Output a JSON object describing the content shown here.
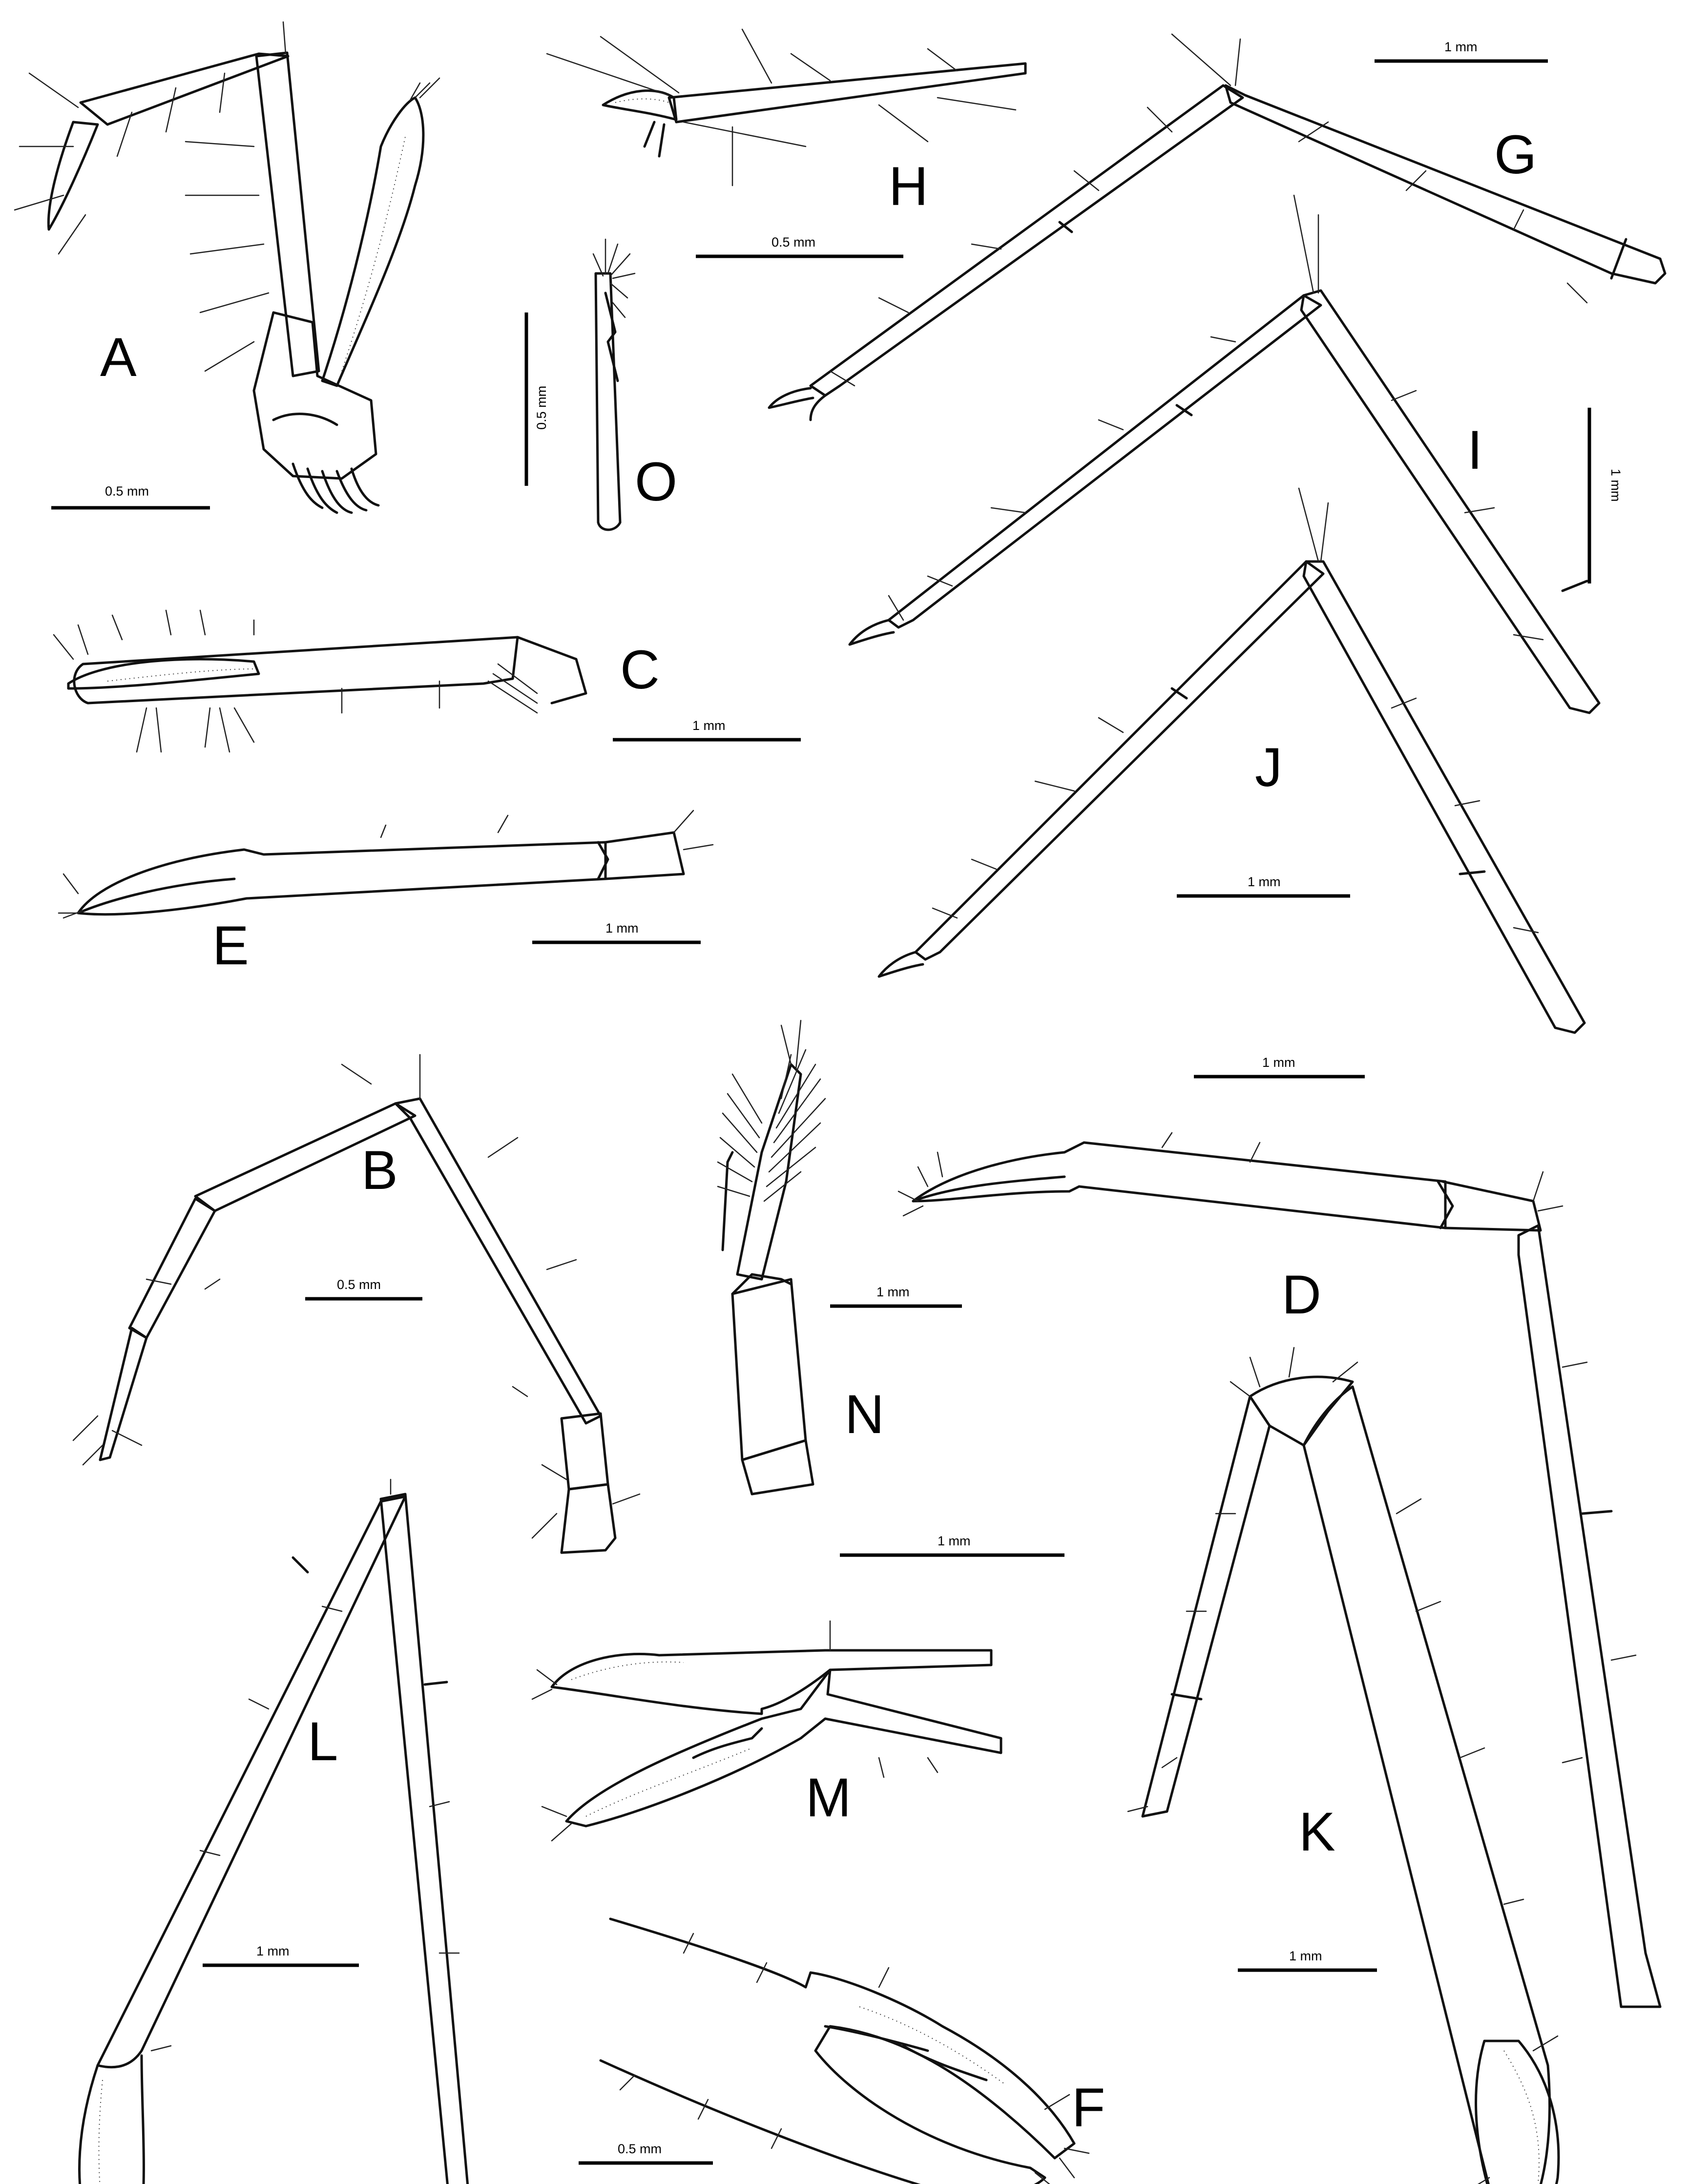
{
  "figure": {
    "panels": [
      {
        "id": "A",
        "letter": "A",
        "scale_label": "0.5 mm"
      },
      {
        "id": "B",
        "letter": "B",
        "scale_label": "0.5 mm"
      },
      {
        "id": "C",
        "letter": "C",
        "scale_label": "1 mm"
      },
      {
        "id": "D",
        "letter": "D",
        "scale_label": "1 mm"
      },
      {
        "id": "E",
        "letter": "E",
        "scale_label": "1 mm"
      },
      {
        "id": "F",
        "letter": "F",
        "scale_label": "0.5 mm"
      },
      {
        "id": "G",
        "letter": "G",
        "scale_label": "1 mm"
      },
      {
        "id": "H",
        "letter": "H",
        "scale_label": "0.5 mm"
      },
      {
        "id": "I",
        "letter": "I",
        "scale_label": "1 mm"
      },
      {
        "id": "J",
        "letter": "J",
        "scale_label": "1 mm"
      },
      {
        "id": "K",
        "letter": "K",
        "scale_label": "1 mm"
      },
      {
        "id": "L",
        "letter": "L",
        "scale_label": "1 mm"
      },
      {
        "id": "M",
        "letter": "M",
        "scale_label": "1 mm"
      },
      {
        "id": "N",
        "letter": "N",
        "scale_label": "1 mm"
      },
      {
        "id": "O",
        "letter": "O",
        "scale_label": "0.5 mm"
      }
    ]
  }
}
